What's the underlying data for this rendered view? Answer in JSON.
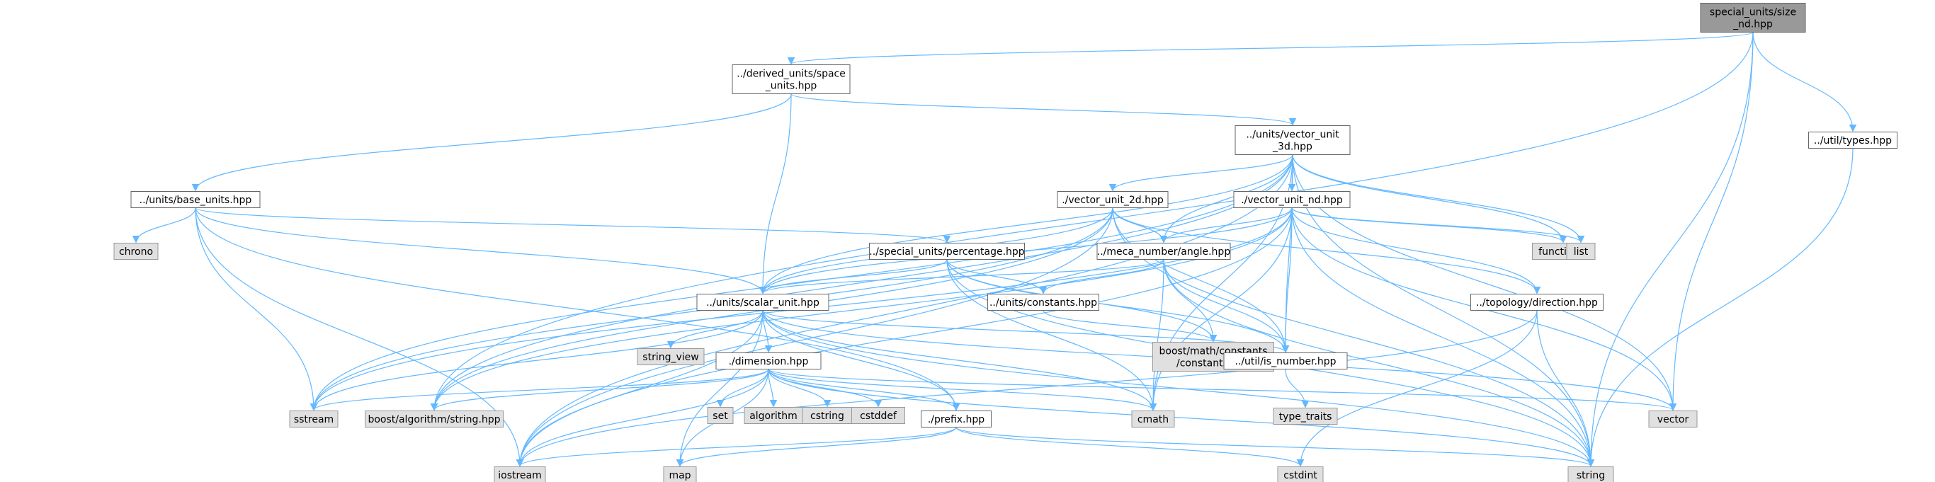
{
  "graph": {
    "colors": {
      "edge": "#63b8ff",
      "root_fill": "#999999",
      "node_fill": "#ffffff",
      "node_border": "#666666",
      "external_fill": "#e0e0e0",
      "external_border": "#999999"
    },
    "nodes": [
      {
        "id": "root",
        "lines": [
          "special_units/size",
          "_nd.hpp"
        ],
        "kind": "root"
      },
      {
        "id": "space",
        "lines": [
          "../derived_units/space",
          "_units.hpp"
        ],
        "kind": "file"
      },
      {
        "id": "vec3d",
        "lines": [
          "../units/vector_unit",
          "_3d.hpp"
        ],
        "kind": "file"
      },
      {
        "id": "types",
        "lines": [
          "../util/types.hpp"
        ],
        "kind": "file"
      },
      {
        "id": "base",
        "lines": [
          "../units/base_units.hpp"
        ],
        "kind": "file"
      },
      {
        "id": "vec2d",
        "lines": [
          "./vector_unit_2d.hpp"
        ],
        "kind": "file"
      },
      {
        "id": "vecnd",
        "lines": [
          "./vector_unit_nd.hpp"
        ],
        "kind": "file"
      },
      {
        "id": "chrono",
        "lines": [
          "chrono"
        ],
        "kind": "external"
      },
      {
        "id": "percent",
        "lines": [
          "../special_units/percentage.hpp"
        ],
        "kind": "file"
      },
      {
        "id": "angle",
        "lines": [
          "../meca_number/angle.hpp"
        ],
        "kind": "file"
      },
      {
        "id": "functional",
        "lines": [
          "functional"
        ],
        "kind": "external"
      },
      {
        "id": "list",
        "lines": [
          "list"
        ],
        "kind": "external"
      },
      {
        "id": "scalar",
        "lines": [
          "../units/scalar_unit.hpp"
        ],
        "kind": "file"
      },
      {
        "id": "uconst",
        "lines": [
          "../units/constants.hpp"
        ],
        "kind": "file"
      },
      {
        "id": "direction",
        "lines": [
          "../topology/direction.hpp"
        ],
        "kind": "file"
      },
      {
        "id": "string_view",
        "lines": [
          "string_view"
        ],
        "kind": "external"
      },
      {
        "id": "boostconst",
        "lines": [
          "boost/math/constants",
          "/constants.hpp"
        ],
        "kind": "external"
      },
      {
        "id": "isnum",
        "lines": [
          "../util/is_number.hpp"
        ],
        "kind": "file"
      },
      {
        "id": "dimension",
        "lines": [
          "./dimension.hpp"
        ],
        "kind": "file"
      },
      {
        "id": "type_traits",
        "lines": [
          "type_traits"
        ],
        "kind": "external"
      },
      {
        "id": "sstream",
        "lines": [
          "sstream"
        ],
        "kind": "external"
      },
      {
        "id": "boostalgo",
        "lines": [
          "boost/algorithm/string.hpp"
        ],
        "kind": "external"
      },
      {
        "id": "set",
        "lines": [
          "set"
        ],
        "kind": "external"
      },
      {
        "id": "algorithm",
        "lines": [
          "algorithm"
        ],
        "kind": "external"
      },
      {
        "id": "cstring",
        "lines": [
          "cstring"
        ],
        "kind": "external"
      },
      {
        "id": "cstddef",
        "lines": [
          "cstddef"
        ],
        "kind": "external"
      },
      {
        "id": "prefix",
        "lines": [
          "./prefix.hpp"
        ],
        "kind": "file"
      },
      {
        "id": "cmath",
        "lines": [
          "cmath"
        ],
        "kind": "external"
      },
      {
        "id": "vector",
        "lines": [
          "vector"
        ],
        "kind": "external"
      },
      {
        "id": "iostream",
        "lines": [
          "iostream"
        ],
        "kind": "external"
      },
      {
        "id": "map",
        "lines": [
          "map"
        ],
        "kind": "external"
      },
      {
        "id": "cstdint",
        "lines": [
          "cstdint"
        ],
        "kind": "external"
      },
      {
        "id": "string",
        "lines": [
          "string"
        ],
        "kind": "external"
      }
    ],
    "edges": [
      [
        "root",
        "space"
      ],
      [
        "root",
        "types"
      ],
      [
        "root",
        "vector"
      ],
      [
        "root",
        "string"
      ],
      [
        "root",
        "boostalgo"
      ],
      [
        "space",
        "vec3d"
      ],
      [
        "space",
        "base"
      ],
      [
        "space",
        "scalar"
      ],
      [
        "vec3d",
        "vec2d"
      ],
      [
        "vec3d",
        "vecnd"
      ],
      [
        "vec3d",
        "angle"
      ],
      [
        "vec3d",
        "scalar"
      ],
      [
        "vec3d",
        "functional"
      ],
      [
        "vec3d",
        "list"
      ],
      [
        "vec3d",
        "isnum"
      ],
      [
        "vec3d",
        "cmath"
      ],
      [
        "vec3d",
        "vector"
      ],
      [
        "vec3d",
        "string"
      ],
      [
        "vec3d",
        "sstream"
      ],
      [
        "vec3d",
        "boostalgo"
      ],
      [
        "vec3d",
        "iostream"
      ],
      [
        "types",
        "string"
      ],
      [
        "base",
        "chrono"
      ],
      [
        "base",
        "percent"
      ],
      [
        "base",
        "scalar"
      ],
      [
        "base",
        "sstream"
      ],
      [
        "base",
        "iostream"
      ],
      [
        "base",
        "prefix"
      ],
      [
        "vec2d",
        "angle"
      ],
      [
        "vec2d",
        "scalar"
      ],
      [
        "vec2d",
        "isnum"
      ],
      [
        "vec2d",
        "direction"
      ],
      [
        "vec2d",
        "string"
      ],
      [
        "vec2d",
        "sstream"
      ],
      [
        "vec2d",
        "boostalgo"
      ],
      [
        "vec2d",
        "iostream"
      ],
      [
        "vecnd",
        "angle"
      ],
      [
        "vecnd",
        "scalar"
      ],
      [
        "vecnd",
        "functional"
      ],
      [
        "vecnd",
        "list"
      ],
      [
        "vecnd",
        "isnum"
      ],
      [
        "vecnd",
        "direction"
      ],
      [
        "vecnd",
        "vector"
      ],
      [
        "vecnd",
        "string"
      ],
      [
        "vecnd",
        "cmath"
      ],
      [
        "vecnd",
        "sstream"
      ],
      [
        "vecnd",
        "boostalgo"
      ],
      [
        "vecnd",
        "iostream"
      ],
      [
        "percent",
        "scalar"
      ],
      [
        "percent",
        "uconst"
      ],
      [
        "percent",
        "boostconst"
      ],
      [
        "percent",
        "isnum"
      ],
      [
        "percent",
        "cmath"
      ],
      [
        "percent",
        "string"
      ],
      [
        "angle",
        "scalar"
      ],
      [
        "angle",
        "uconst"
      ],
      [
        "angle",
        "boostconst"
      ],
      [
        "angle",
        "isnum"
      ],
      [
        "angle",
        "cmath"
      ],
      [
        "angle",
        "string"
      ],
      [
        "scalar",
        "dimension"
      ],
      [
        "scalar",
        "prefix"
      ],
      [
        "scalar",
        "string_view"
      ],
      [
        "scalar",
        "isnum"
      ],
      [
        "scalar",
        "sstream"
      ],
      [
        "scalar",
        "iostream"
      ],
      [
        "scalar",
        "map"
      ],
      [
        "scalar",
        "cmath"
      ],
      [
        "scalar",
        "vector"
      ],
      [
        "scalar",
        "string"
      ],
      [
        "uconst",
        "boostconst"
      ],
      [
        "direction",
        "string"
      ],
      [
        "direction",
        "cstdint"
      ],
      [
        "direction",
        "iostream"
      ],
      [
        "isnum",
        "type_traits"
      ],
      [
        "dimension",
        "prefix"
      ],
      [
        "dimension",
        "sstream"
      ],
      [
        "dimension",
        "boostalgo"
      ],
      [
        "dimension",
        "set"
      ],
      [
        "dimension",
        "algorithm"
      ],
      [
        "dimension",
        "cstring"
      ],
      [
        "dimension",
        "cstddef"
      ],
      [
        "dimension",
        "iostream"
      ],
      [
        "dimension",
        "map"
      ],
      [
        "dimension",
        "cmath"
      ],
      [
        "dimension",
        "vector"
      ],
      [
        "dimension",
        "string"
      ],
      [
        "prefix",
        "iostream"
      ],
      [
        "prefix",
        "map"
      ],
      [
        "prefix",
        "cstdint"
      ],
      [
        "prefix",
        "string"
      ]
    ]
  }
}
